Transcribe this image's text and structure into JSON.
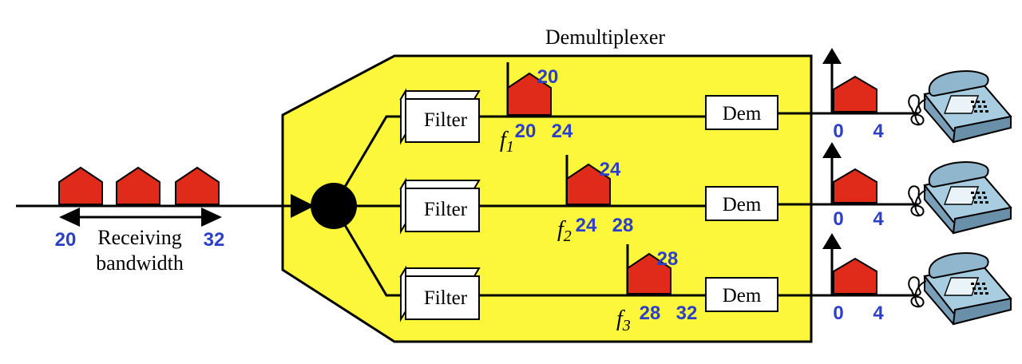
{
  "title": "Demultiplexer",
  "colors": {
    "demux_fill": "#fcf73a",
    "signal_fill": "#e02a1a",
    "label_blue": "#2b3fc9"
  },
  "input": {
    "low_freq": "20",
    "high_freq": "32",
    "bandwidth_label_line1": "Receiving",
    "bandwidth_label_line2": "bandwidth"
  },
  "filter_label": "Filter",
  "dem_label": "Dem",
  "channels": [
    {
      "f_main": "f",
      "f_sub": "1",
      "peak": "20",
      "low": "20",
      "high": "24",
      "out_low": "0",
      "out_high": "4"
    },
    {
      "f_main": "f",
      "f_sub": "2",
      "peak": "24",
      "low": "24",
      "high": "28",
      "out_low": "0",
      "out_high": "4"
    },
    {
      "f_main": "f",
      "f_sub": "3",
      "peak": "28",
      "low": "28",
      "high": "32",
      "out_low": "0",
      "out_high": "4"
    }
  ],
  "icons": [
    "telephone-icon",
    "telephone-icon",
    "telephone-icon"
  ]
}
